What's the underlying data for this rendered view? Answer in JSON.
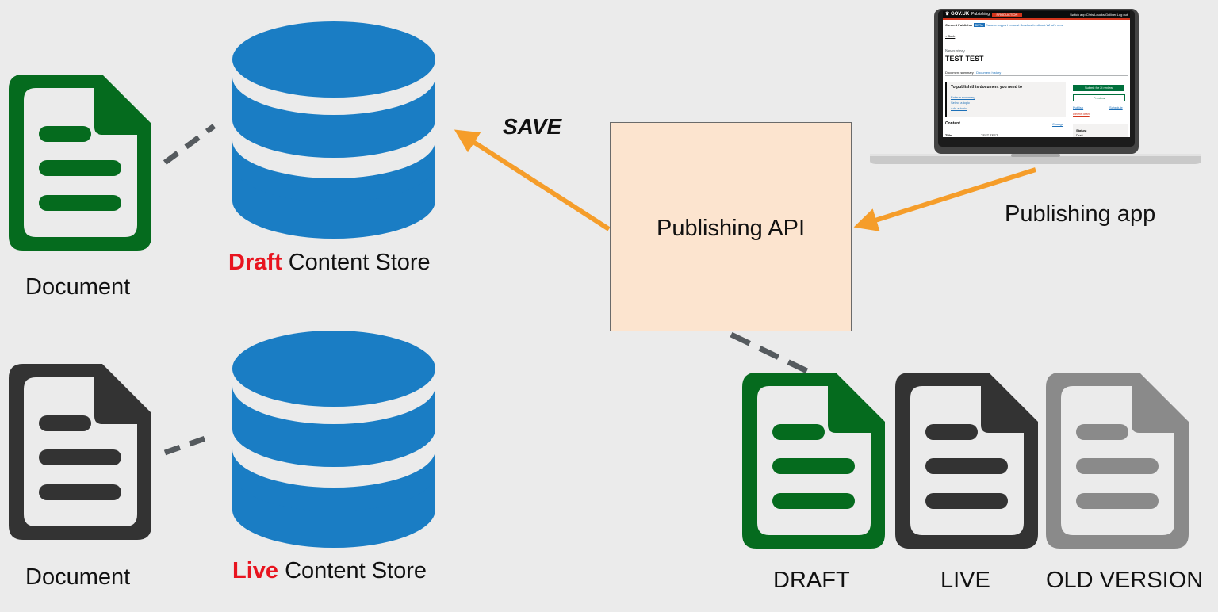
{
  "colors": {
    "background": "#ebebeb",
    "db_blue": "#1a7dc4",
    "doc_green": "#056b1e",
    "doc_dark": "#333333",
    "doc_grey": "#8a8a8a",
    "arrow_orange": "#f59d2a",
    "connector_grey": "#555a5e",
    "api_box_fill": "#fce4cf",
    "highlight_red": "#e8141f"
  },
  "icons": [
    "document-icon",
    "database-icon",
    "laptop-icon",
    "arrow-icon"
  ],
  "draft_store": {
    "highlight": "Draft",
    "rest": " Content Store"
  },
  "live_store": {
    "highlight": "Live",
    "rest": " Content Store"
  },
  "doc_top_label": "Document",
  "doc_bottom_label": "Document",
  "save_label": "SAVE",
  "publishing_api_label": "Publishing API",
  "publishing_app_label": "Publishing app",
  "versions": {
    "draft": "DRAFT",
    "live": "LIVE",
    "old": "OLD VERSION"
  },
  "laptop_screen": {
    "logo": "♛ GOV.UK",
    "service": "Publishing",
    "environment": "PRODUCTION",
    "account_links": "Switch app   Chris Loucks Gulliver   Log out",
    "nav_app": "Content Publisher",
    "nav_beta": "BETA",
    "nav_links": "Raise a support request   Send us feedback   What's new",
    "back": "< Back",
    "doc_kind": "News story",
    "doc_title": "TEST TEST",
    "tab_active": "Document summary",
    "tab_other": "Document history",
    "panel_heading": "To publish this document you need to",
    "panel_links": [
      "Enter a summary",
      "Select a topic",
      "Add a topic"
    ],
    "btn_primary": "Submit for 2i review",
    "btn_secondary": "Preview",
    "link_publish": "Publish",
    "link_schedule": "Schedule",
    "link_delete": "Delete draft",
    "content_heading": "Content",
    "content_change": "Change",
    "row_key": "Title",
    "row_value": "TEST TEST",
    "status_key": "Status:",
    "status_value": "Draft"
  }
}
